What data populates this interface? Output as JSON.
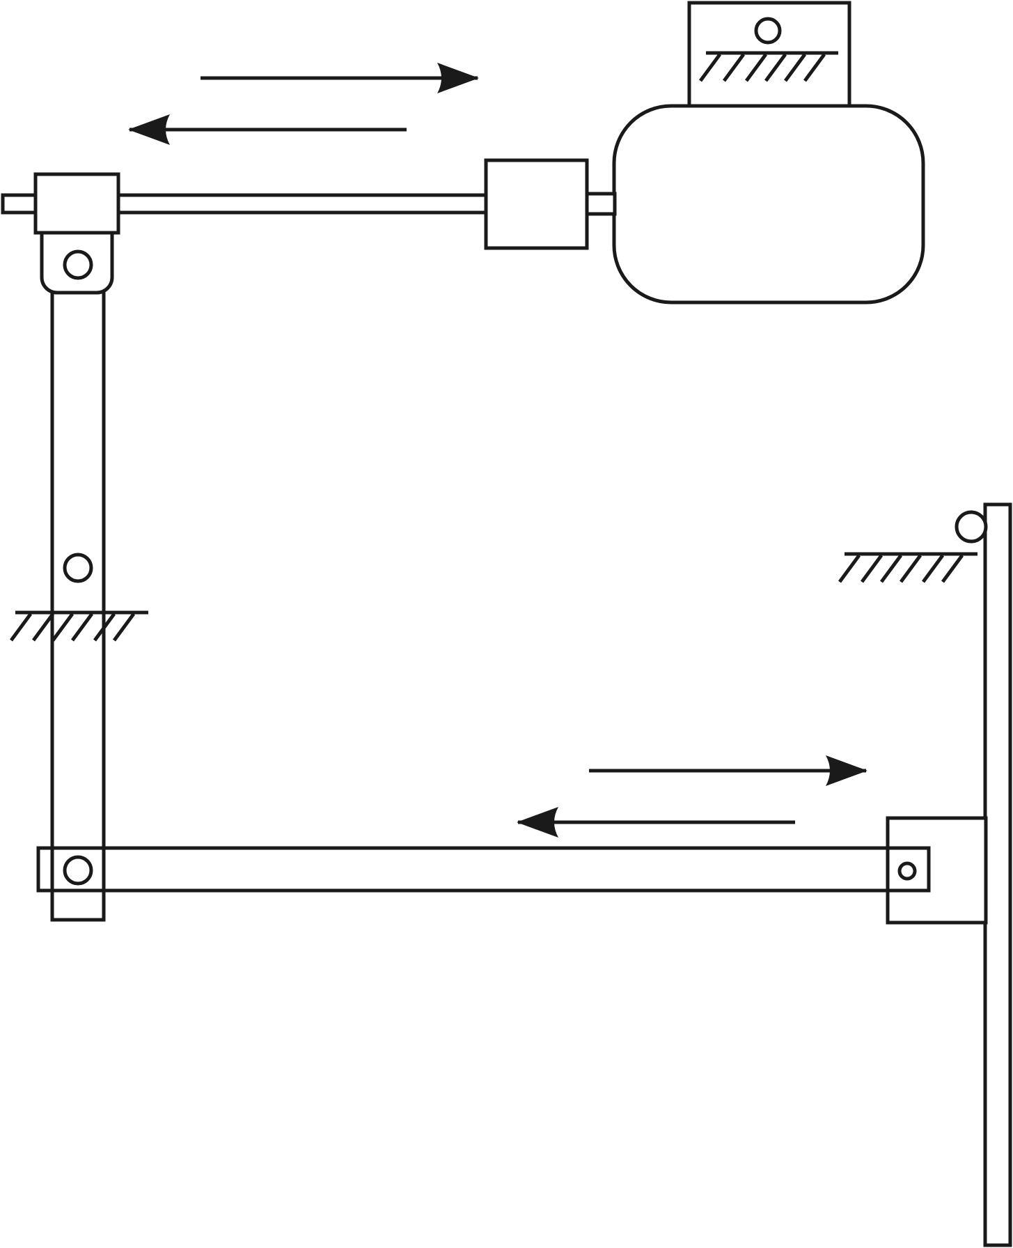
{
  "diagram": {
    "kind": "mechanism-schematic",
    "colors": {
      "stroke": "#1a1a1a",
      "background": "#ffffff",
      "slider_fill": "#dcdcdc",
      "arrow_fill": "#1a1a1a"
    },
    "components": [
      "motor-housing",
      "motor-top-mount",
      "coupling-block",
      "horizontal-rod",
      "slider-block",
      "vertical-link",
      "ground-support-left",
      "lower-horizontal-link",
      "right-lever",
      "right-bracket",
      "ground-support-right"
    ],
    "arrows": [
      {
        "name": "upper-right-arrow",
        "direction": "right"
      },
      {
        "name": "upper-left-arrow",
        "direction": "left"
      },
      {
        "name": "lower-right-arrow",
        "direction": "right"
      },
      {
        "name": "lower-left-arrow",
        "direction": "left"
      }
    ],
    "labels": []
  }
}
